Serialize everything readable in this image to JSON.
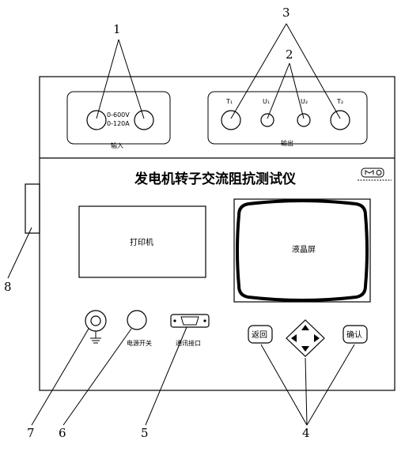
{
  "callouts": [
    "1",
    "2",
    "3",
    "4",
    "5",
    "6",
    "7",
    "8"
  ],
  "input_panel": {
    "voltage": "0-600V",
    "current": "0-120A",
    "label": "输入"
  },
  "output_panel": {
    "terminals": [
      "T₁",
      "U₁",
      "U₂",
      "T₂"
    ],
    "label": "输出"
  },
  "title": "发电机转子交流阻抗测试仪",
  "printer_label": "打印机",
  "lcd_label": "液晶屏",
  "power_switch_label": "电源开关",
  "comm_port_label": "通讯接口",
  "back_button_label": "返回",
  "confirm_button_label": "确认",
  "logo_icon": "manufacturer-logo"
}
